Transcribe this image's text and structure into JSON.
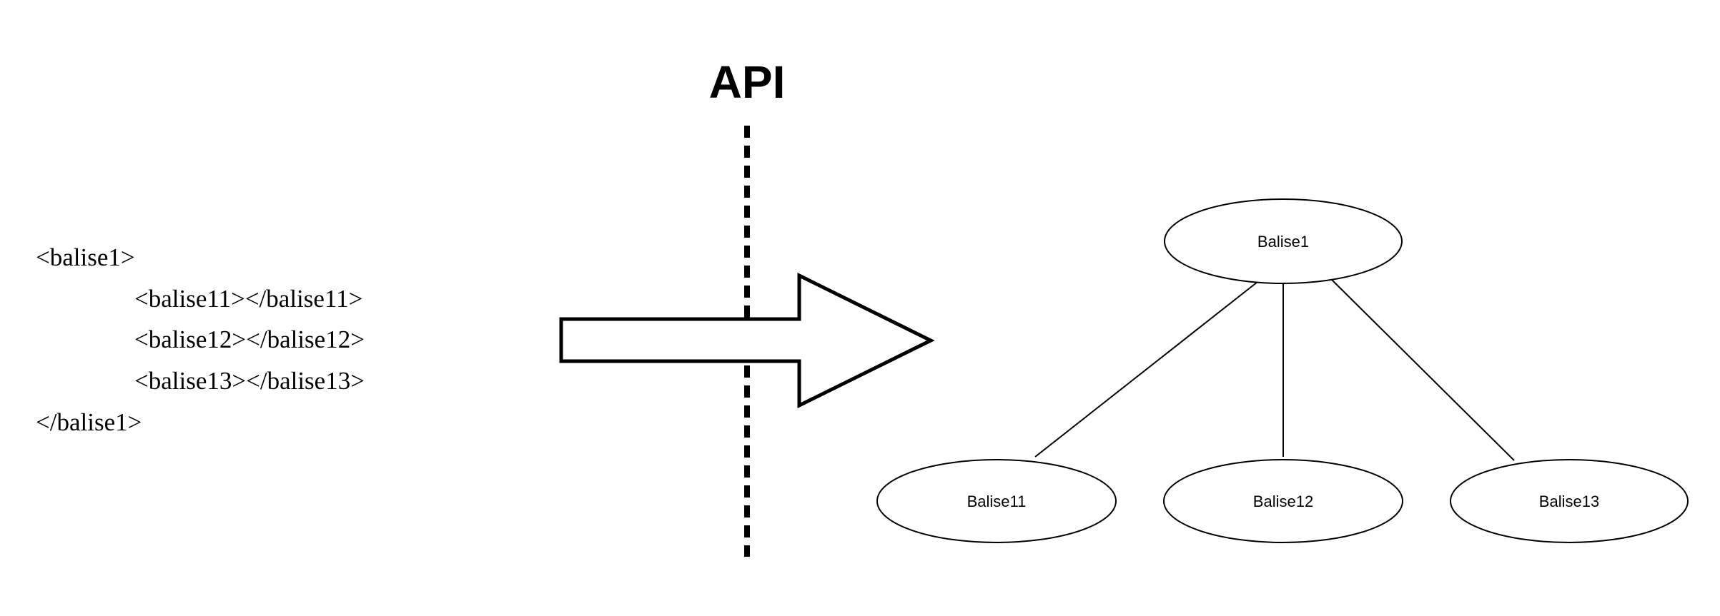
{
  "api_label": "API",
  "xml_code": {
    "lines": [
      "<balise1>",
      "<balise11></balise11>",
      "<balise12></balise12>",
      "<balise13></balise13>",
      "</balise1>"
    ]
  },
  "tree": {
    "root": "Balise1",
    "children": [
      "Balise11",
      "Balise12",
      "Balise13"
    ]
  }
}
